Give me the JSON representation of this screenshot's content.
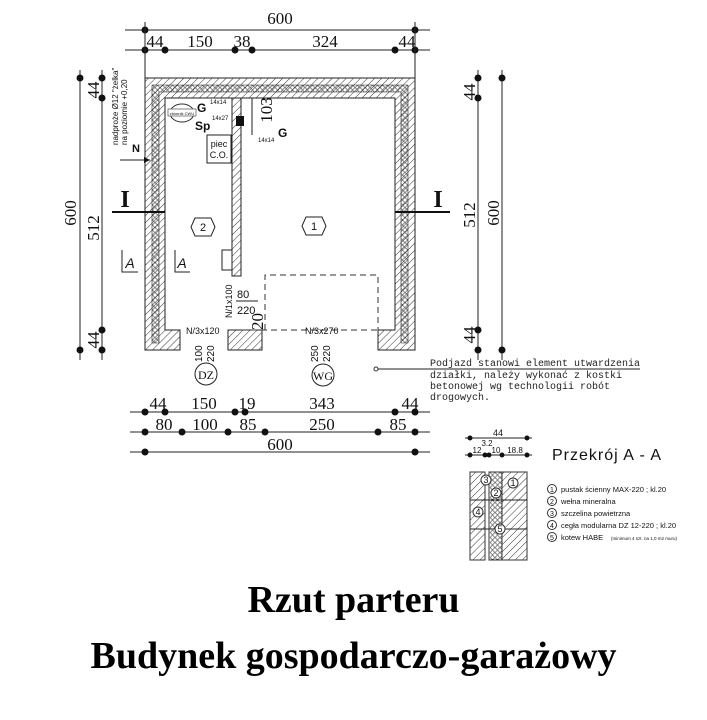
{
  "dims": {
    "top_total": "600",
    "top_parts": [
      "44",
      "150",
      "38",
      "324",
      "44"
    ],
    "left_total": "600",
    "left_parts": [
      "44",
      "512",
      "44"
    ],
    "right_parts": [
      "44",
      "512",
      "44"
    ],
    "right_total": "600",
    "bottom_row1": [
      "44",
      "150",
      "19",
      "343",
      "44"
    ],
    "bottom_row2": [
      "80",
      "100",
      "85",
      "250",
      "85"
    ],
    "bottom_total": "600",
    "top_inner": "103"
  },
  "rooms": [
    "1",
    "2"
  ],
  "section_marks": {
    "cut": "I",
    "view": "A"
  },
  "labels": {
    "lintel_note_1": "nadproże Ø12 \"żelka\"",
    "lintel_note_2": "na poziomie +0,20",
    "n": "N",
    "g1": "G",
    "g2": "G",
    "g_size1": "14x14",
    "g_size2": "14x14",
    "sp": "Sp",
    "sp_size": "14x27",
    "stove_1": "piec",
    "stove_2": "C.O.",
    "boiler": "zbiornik CWU",
    "opening_small": "N/1x100",
    "opening_small_w": "80",
    "opening_small_h": "220",
    "pier": "20",
    "door_dz_lintel": "N/3x120",
    "door_dz_w": "100",
    "door_dz_h": "220",
    "door_dz": "DZ",
    "door_wg_lintel": "N/3x270",
    "door_wg_w": "250",
    "door_wg_h": "220",
    "door_wg": "WG"
  },
  "note": [
    "Podjazd stanowi element utwardzenia",
    "działki, należy wykonać z kostki",
    "betonowej wg technologii robót",
    "drogowych."
  ],
  "section": {
    "title": "Przekrój A - A",
    "total": "44",
    "parts": [
      "12",
      "3.2",
      "10",
      "18.8"
    ],
    "legend": [
      {
        "n": "1",
        "text": "pustak ścienny MAX-220 ; kl.20"
      },
      {
        "n": "2",
        "text": "wełna mineralna"
      },
      {
        "n": "3",
        "text": "szczelina powietrzna"
      },
      {
        "n": "4",
        "text": "cegła modularna DZ 12-220 ; kl.20"
      },
      {
        "n": "5",
        "text": "kotew HABE",
        "sub": "(minimum 4 szt. na 1,0 m2 muru)"
      }
    ]
  },
  "title_1": "Rzut parteru",
  "title_2": "Budynek gospodarczo-garażowy"
}
